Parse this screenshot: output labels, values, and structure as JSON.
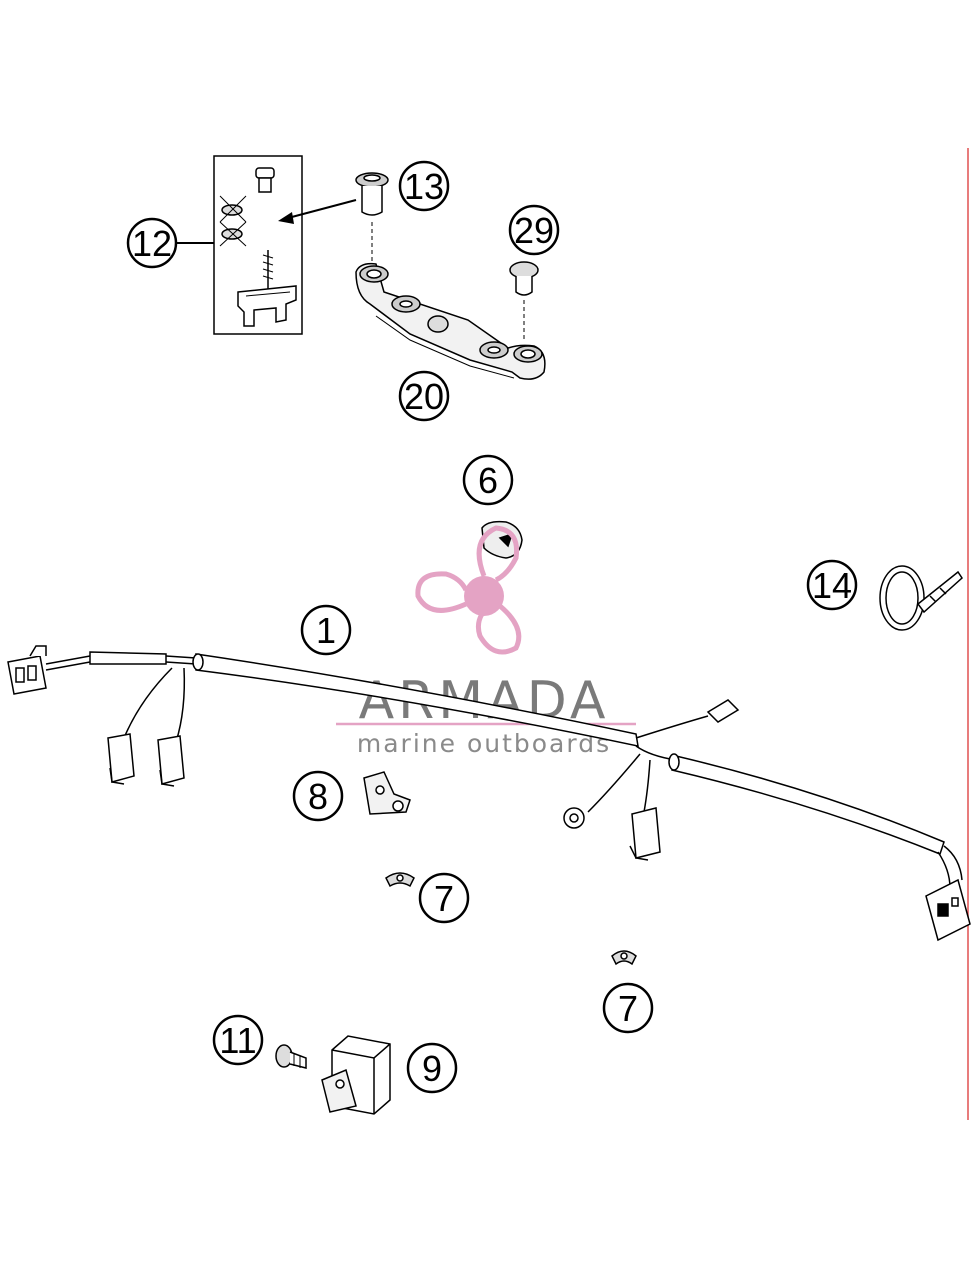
{
  "callouts": {
    "c1": "1",
    "c6": "6",
    "c7a": "7",
    "c7b": "7",
    "c8": "8",
    "c9": "9",
    "c11": "11",
    "c12": "12",
    "c13": "13",
    "c14": "14",
    "c20": "20",
    "c29": "29"
  },
  "watermark": {
    "title": "ARMADA",
    "subtitle": "marine outboards",
    "accent_color": "#e4a3c4"
  }
}
